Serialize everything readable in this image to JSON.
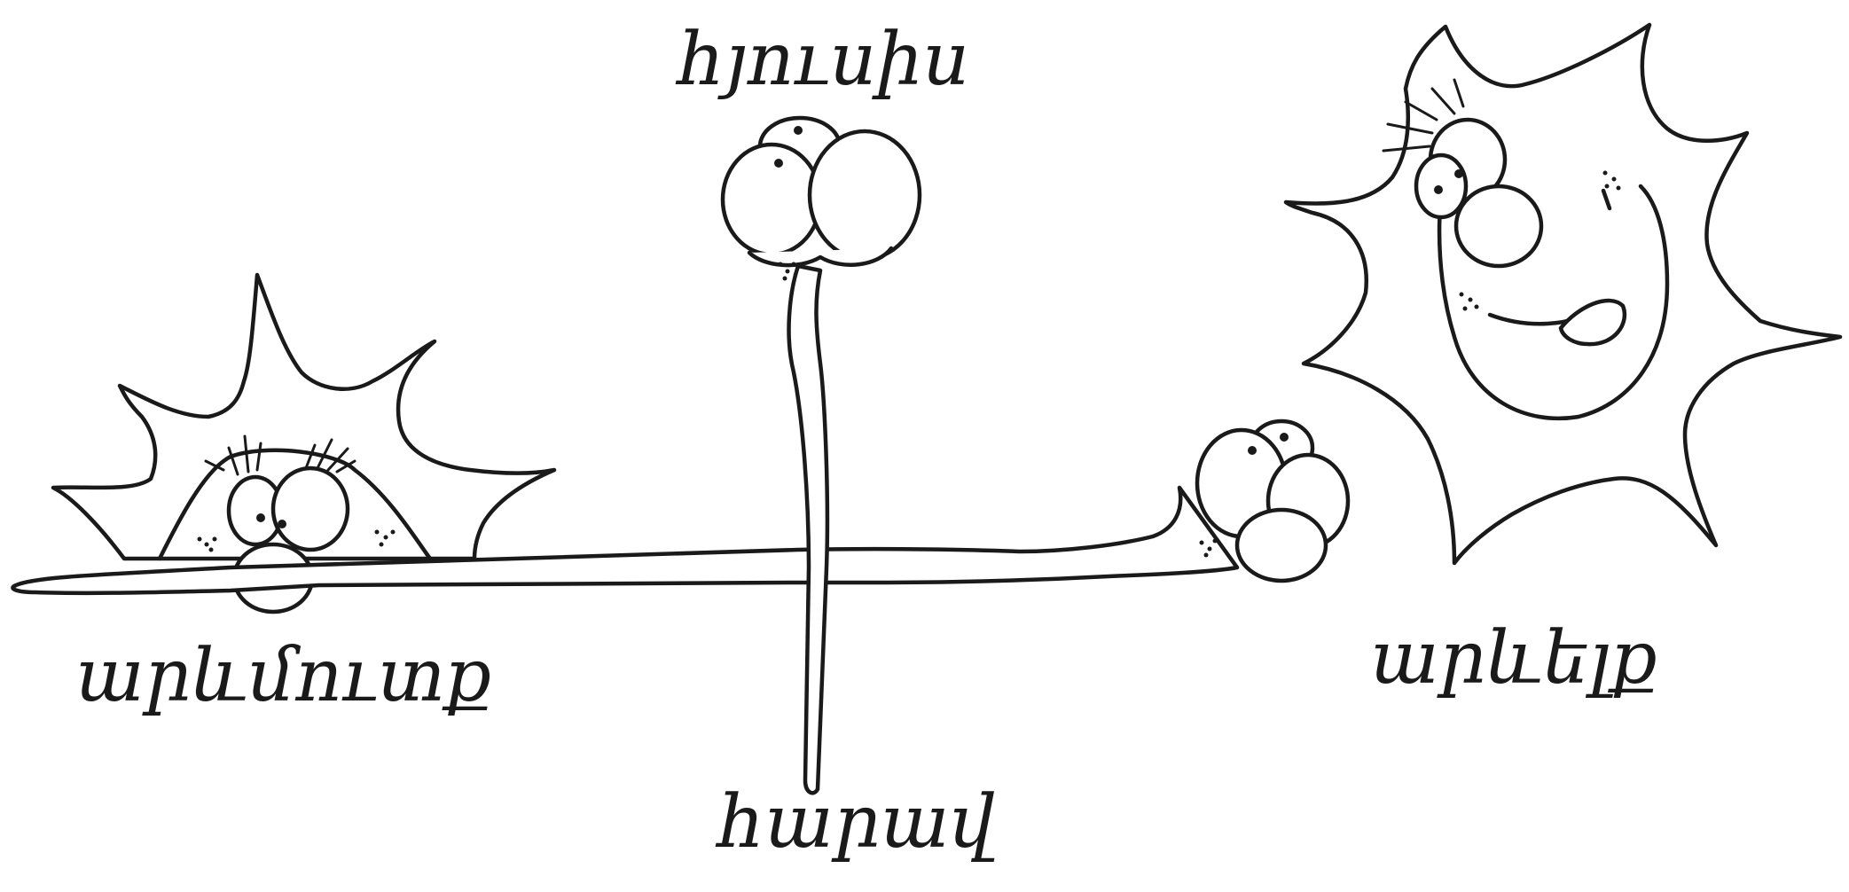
{
  "diagram": {
    "labels": {
      "north": "հյուսիս",
      "south": "հարավ",
      "west": "արևմուտք",
      "east": "արևելք"
    },
    "colors": {
      "ink": "#1a1a1a",
      "background": "#ffffff"
    }
  }
}
